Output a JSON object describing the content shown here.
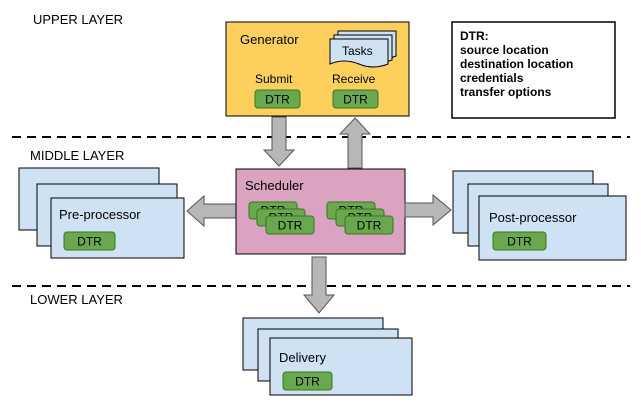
{
  "layers": {
    "upper": "UPPER LAYER",
    "middle": "MIDDLE LAYER",
    "lower": "LOWER LAYER"
  },
  "legend": {
    "title": "DTR:",
    "lines": [
      "source location",
      "destination location",
      "credentials",
      "transfer options"
    ]
  },
  "generator": {
    "title": "Generator",
    "tasks": "Tasks",
    "submit": "Submit",
    "receive": "Receive",
    "dtr": "DTR"
  },
  "scheduler": {
    "title": "Scheduler",
    "dtr": "DTR"
  },
  "preprocessor": {
    "title": "Pre-processor",
    "dtr": "DTR"
  },
  "postprocessor": {
    "title": "Post-processor",
    "dtr": "DTR"
  },
  "delivery": {
    "title": "Delivery",
    "dtr": "DTR"
  },
  "colors": {
    "generator_fill": "#fdd05e",
    "scheduler_fill": "#d9a3c1",
    "process_fill": "#cfe2f3",
    "dtr_fill": "#6aa84f",
    "dtr_border": "#38761d",
    "arrow_fill": "#b7b7b7",
    "line": "#000000"
  }
}
